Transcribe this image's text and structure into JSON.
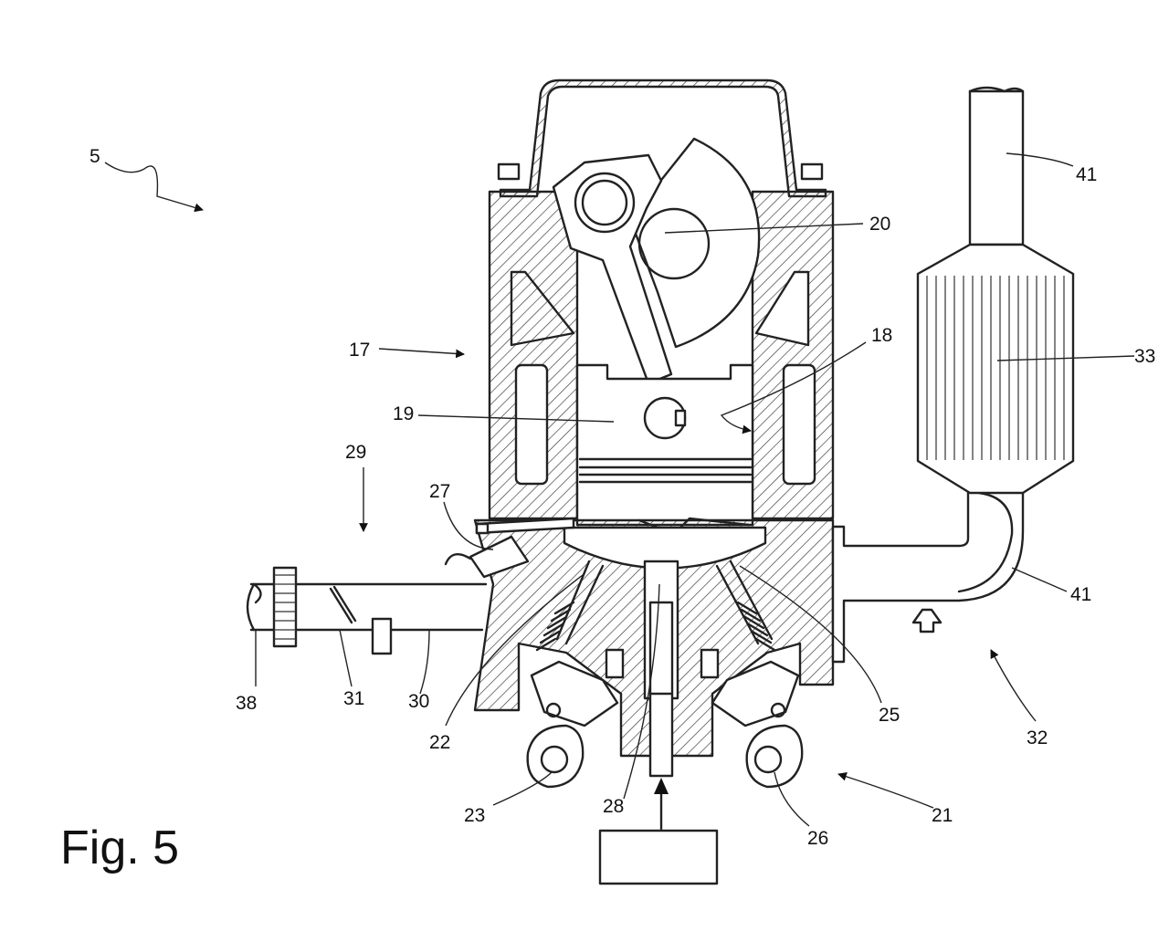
{
  "figure": {
    "title": "Fig. 5",
    "refs": {
      "r5": "5",
      "r17": "17",
      "r18": "18",
      "r19": "19",
      "r20": "20",
      "r21": "21",
      "r22": "22",
      "r23": "23",
      "r25": "25",
      "r26": "26",
      "r27": "27",
      "r28": "28",
      "r29": "29",
      "r30": "30",
      "r31": "31",
      "r32": "32",
      "r33": "33",
      "r38": "38",
      "r41a": "41",
      "r41b": "41"
    }
  },
  "colors": {
    "line": "#222222",
    "background": "#ffffff"
  }
}
